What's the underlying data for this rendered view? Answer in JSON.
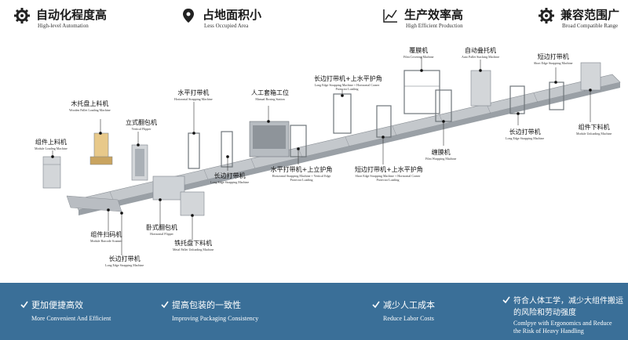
{
  "features": [
    {
      "icon": "gear-icon",
      "zh": "自动化程度高",
      "en": "High-level Automation"
    },
    {
      "icon": "location-pin-icon",
      "zh": "占地面积小",
      "en": "Less Occupied Area"
    },
    {
      "icon": "line-chart-icon",
      "zh": "生产效率高",
      "en": "High Efficient Production"
    },
    {
      "icon": "gear-icon",
      "zh": "兼容范围广",
      "en": "Broad Compatible Range"
    }
  ],
  "labels": [
    {
      "zh": "木托盘上料机",
      "en": "Wooden Pallet Loading Machine"
    },
    {
      "zh": "立式翻包机",
      "en": "Vertical Flipper"
    },
    {
      "zh": "组件上料机",
      "en": "Module Loading Machine"
    },
    {
      "zh": "组件扫码机",
      "en": "Module Barcode Scanner"
    },
    {
      "zh": "长边打带机",
      "en": "Long Edge Strapping Machine"
    },
    {
      "zh": "卧式翻包机",
      "en": "Horizontal Flipper"
    },
    {
      "zh": "铁托盘下料机",
      "en": "Metal Pallet Unloading Machine"
    },
    {
      "zh": "水平打带机",
      "en": "Horizontal Strapping Machine"
    },
    {
      "zh": "长边打带机",
      "en": "Long Edge Strapping Machine"
    },
    {
      "zh": "人工套箱工位",
      "en": "Manual Boxing Station"
    },
    {
      "zh": "水平打带机+上立护角",
      "en": "Horizontal Strapping Machine + Vertical Edge Protector Loading"
    },
    {
      "zh": "长边打带机+上水平护角",
      "en": "Long Edge Strapping Machine + Horizontal Corner Protector Loading"
    },
    {
      "zh": "短边打带机+上水平护角",
      "en": "Short Edge Strapping Machine + Horizontal Corner Protector Loading"
    },
    {
      "zh": "缠膜机",
      "en": "Film Wrapping Machine"
    },
    {
      "zh": "覆膜机",
      "en": "Film Covering Machine"
    },
    {
      "zh": "自动叠托机",
      "en": "Auto Pallet Stacking Machine"
    },
    {
      "zh": "短边打带机",
      "en": "Short Edge Strapping Machine"
    },
    {
      "zh": "长边打带机",
      "en": "Long Edge Strapping Machine"
    },
    {
      "zh": "组件下料机",
      "en": "Module Unloading Machine"
    }
  ],
  "benefits": [
    {
      "zh": "更加便捷高效",
      "en": "More Convenient And Efficient"
    },
    {
      "zh": "提高包装的一致性",
      "en": "Improving Packaging Consistency"
    },
    {
      "zh": "减少人工成本",
      "en": "Reduce Labor Costs"
    },
    {
      "zh": "符合人体工学，减少大组件搬运的风险和劳动强度",
      "zh1": "符合人体工学，减少大组件搬运",
      "zh2": "的风险和劳动强度",
      "en1": "Comlpye with Ergonomics and Reduce",
      "en2": "the Risk of Heavy Handling"
    }
  ],
  "colors": {
    "band": "#3a6f98",
    "machine": "#8a8f95",
    "conveyor": "#b9bdc2"
  }
}
